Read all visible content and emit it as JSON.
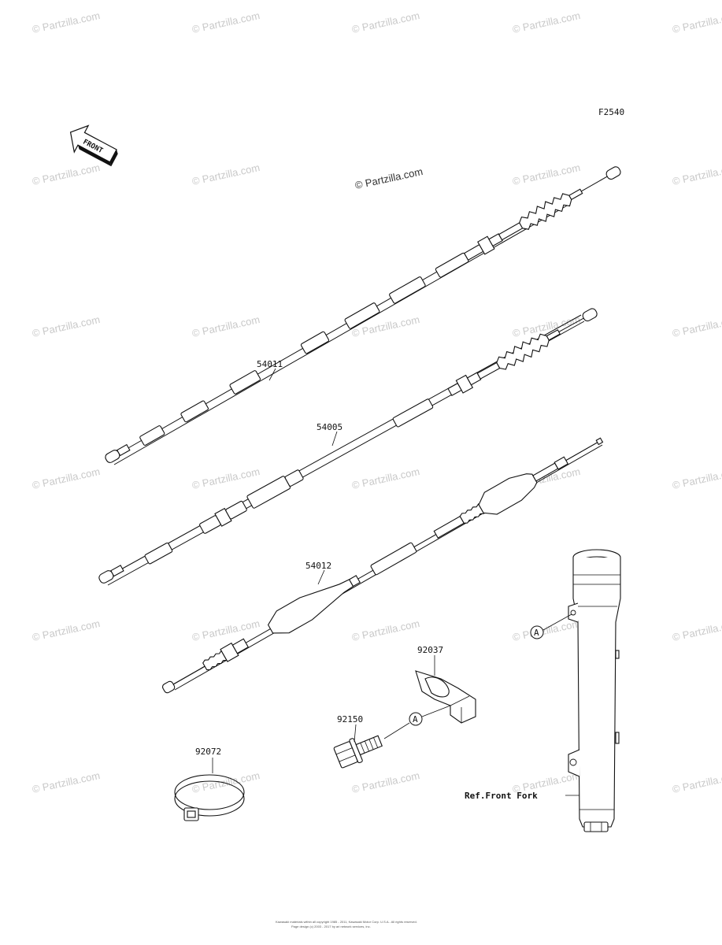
{
  "diagram_code": "F2540",
  "front_arrow_label": "FRONT",
  "watermark_text": "© Partzilla.com",
  "center_watermark": "© Partzilla.com",
  "callouts": {
    "p54011": "54011",
    "p54005": "54005",
    "p54012": "54012",
    "p92037": "92037",
    "p92150": "92150",
    "p92072": "92072",
    "ref_front_fork": "Ref.Front Fork",
    "mark_a": "A"
  },
  "footer": {
    "line1": "Kawasaki materials within all copyright 1985 - 2011, Kawasaki Motor Corp. U.S.A.. All rights reserved.",
    "line2": "Page design (c) 2003 - 2017 by ari network services, inc."
  }
}
